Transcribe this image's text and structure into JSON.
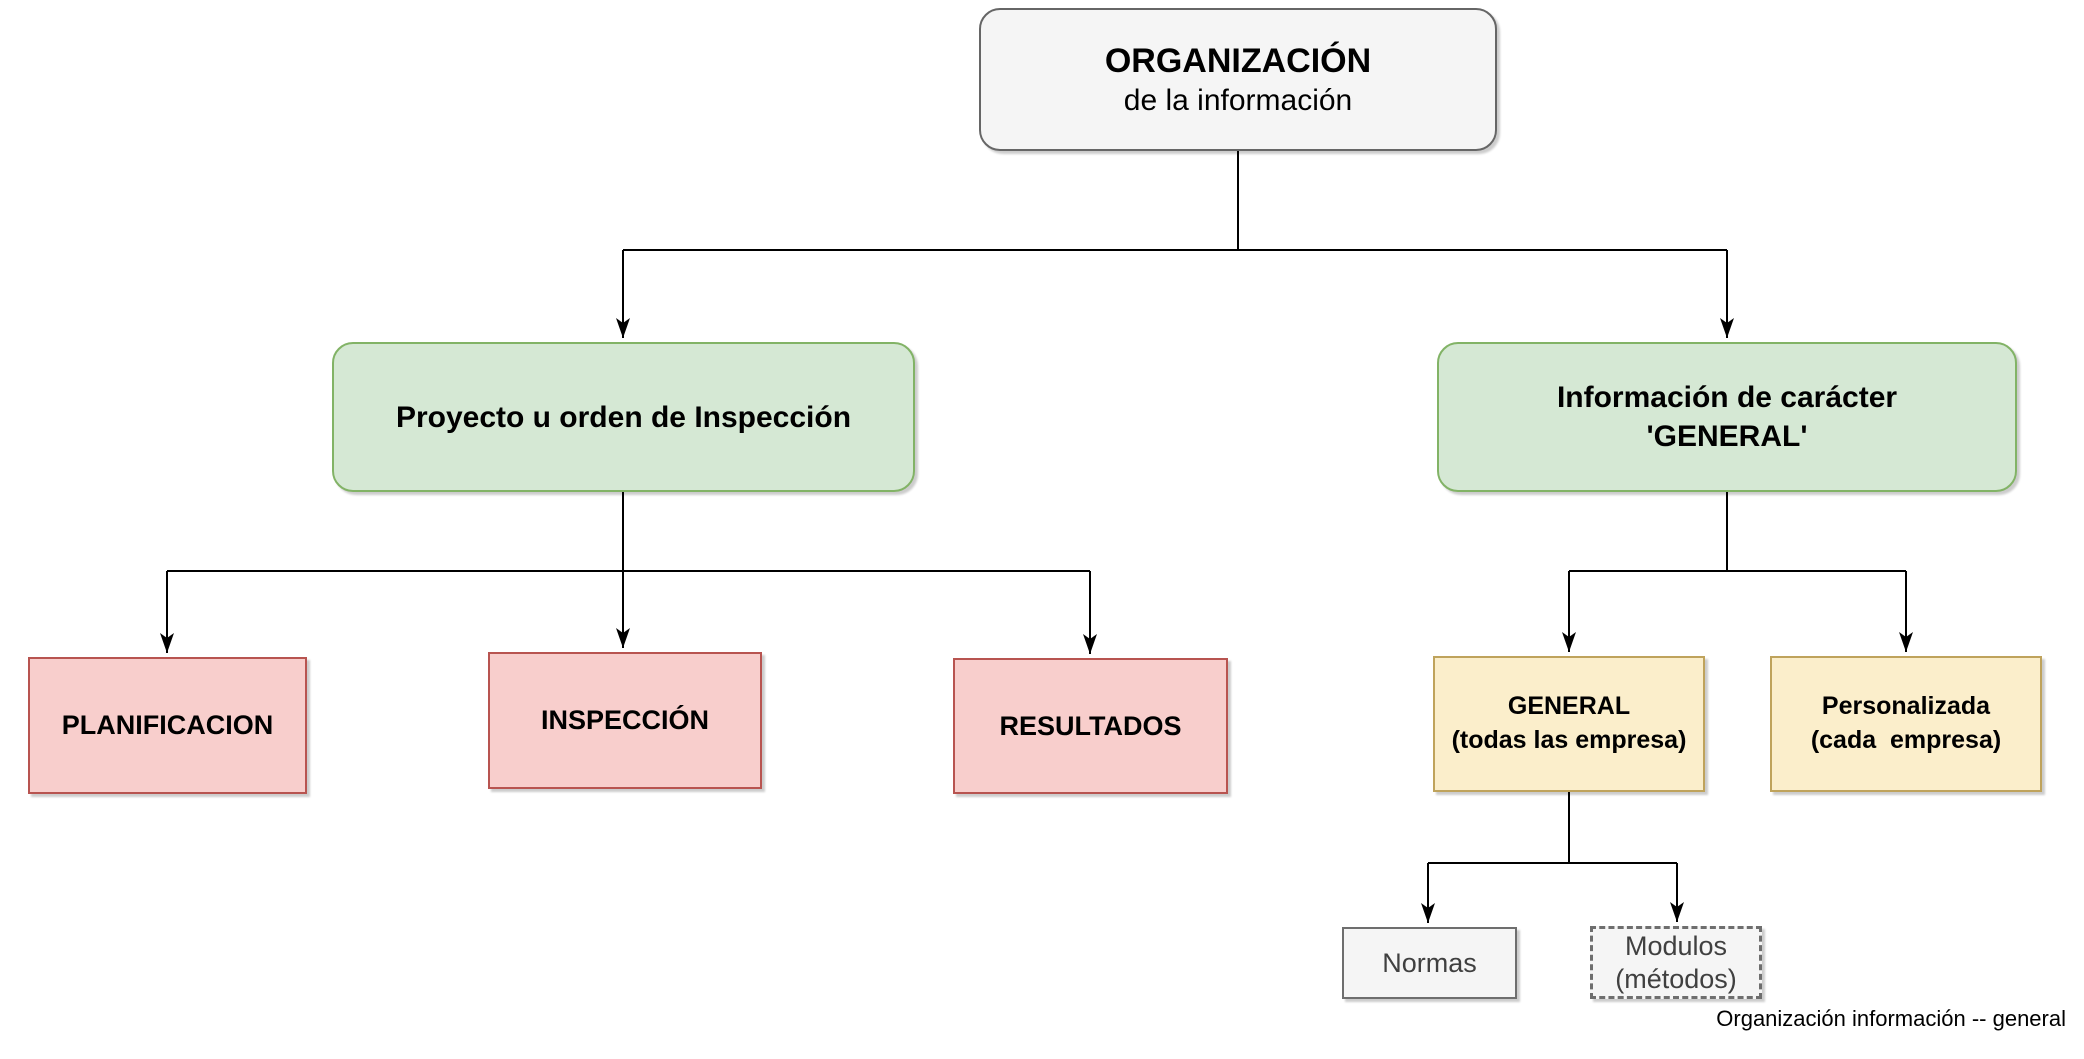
{
  "diagram": {
    "nodes": {
      "root": {
        "title": "ORGANIZACIÓN",
        "subtitle": "de la información"
      },
      "proyecto": {
        "label": "Proyecto u orden de Inspección"
      },
      "informacion": {
        "label": "Información de carácter\n'GENERAL'"
      },
      "planificacion": {
        "label": "PLANIFICACION"
      },
      "inspeccion": {
        "label": "INSPECCIÓN"
      },
      "resultados": {
        "label": "RESULTADOS"
      },
      "general": {
        "label": "GENERAL\n(todas las empresa)"
      },
      "personalizada": {
        "label": "Personalizada\n(cada  empresa)"
      },
      "normas": {
        "label": "Normas"
      },
      "modulos": {
        "label": "Modulos\n(métodos)"
      }
    },
    "caption": "Organización información -- general",
    "colors": {
      "root_fill": "#f5f5f5",
      "root_border": "#666666",
      "green_fill": "#d5e8d4",
      "green_border": "#82b366",
      "red_fill": "#f8cecc",
      "red_border": "#b85450",
      "yellow_fill": "#fbeecb",
      "yellow_border": "#bfa35c",
      "small_fill": "#f5f5f5",
      "small_border": "#6e6e6e",
      "line": "#000000",
      "small_text": "#404040",
      "text": "#000000"
    }
  }
}
